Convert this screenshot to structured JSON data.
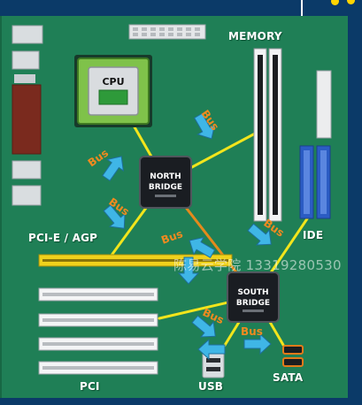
{
  "labels": {
    "memory": "MEMORY",
    "cpu": "CPU",
    "north_bridge_line1": "NORTH",
    "north_bridge_line2": "BRIDGE",
    "south_bridge_line1": "SOUTH",
    "south_bridge_line2": "BRIDGE",
    "pcie_agp": "PCI-E / AGP",
    "ide": "IDE",
    "pci": "PCI",
    "usb": "USB",
    "sata": "SATA",
    "bus": "Bus"
  },
  "watermark": "陈易云学院 13319280530",
  "colors": {
    "board": "#1f7f56",
    "bus_line_yellow": "#f2e51c",
    "bus_line_orange": "#e48a1c",
    "arrow": "#3fb6e6",
    "bus_text": "#f08a1f",
    "agp_slot": "#f0d21c",
    "ide_connector": "#2b5cc4"
  }
}
